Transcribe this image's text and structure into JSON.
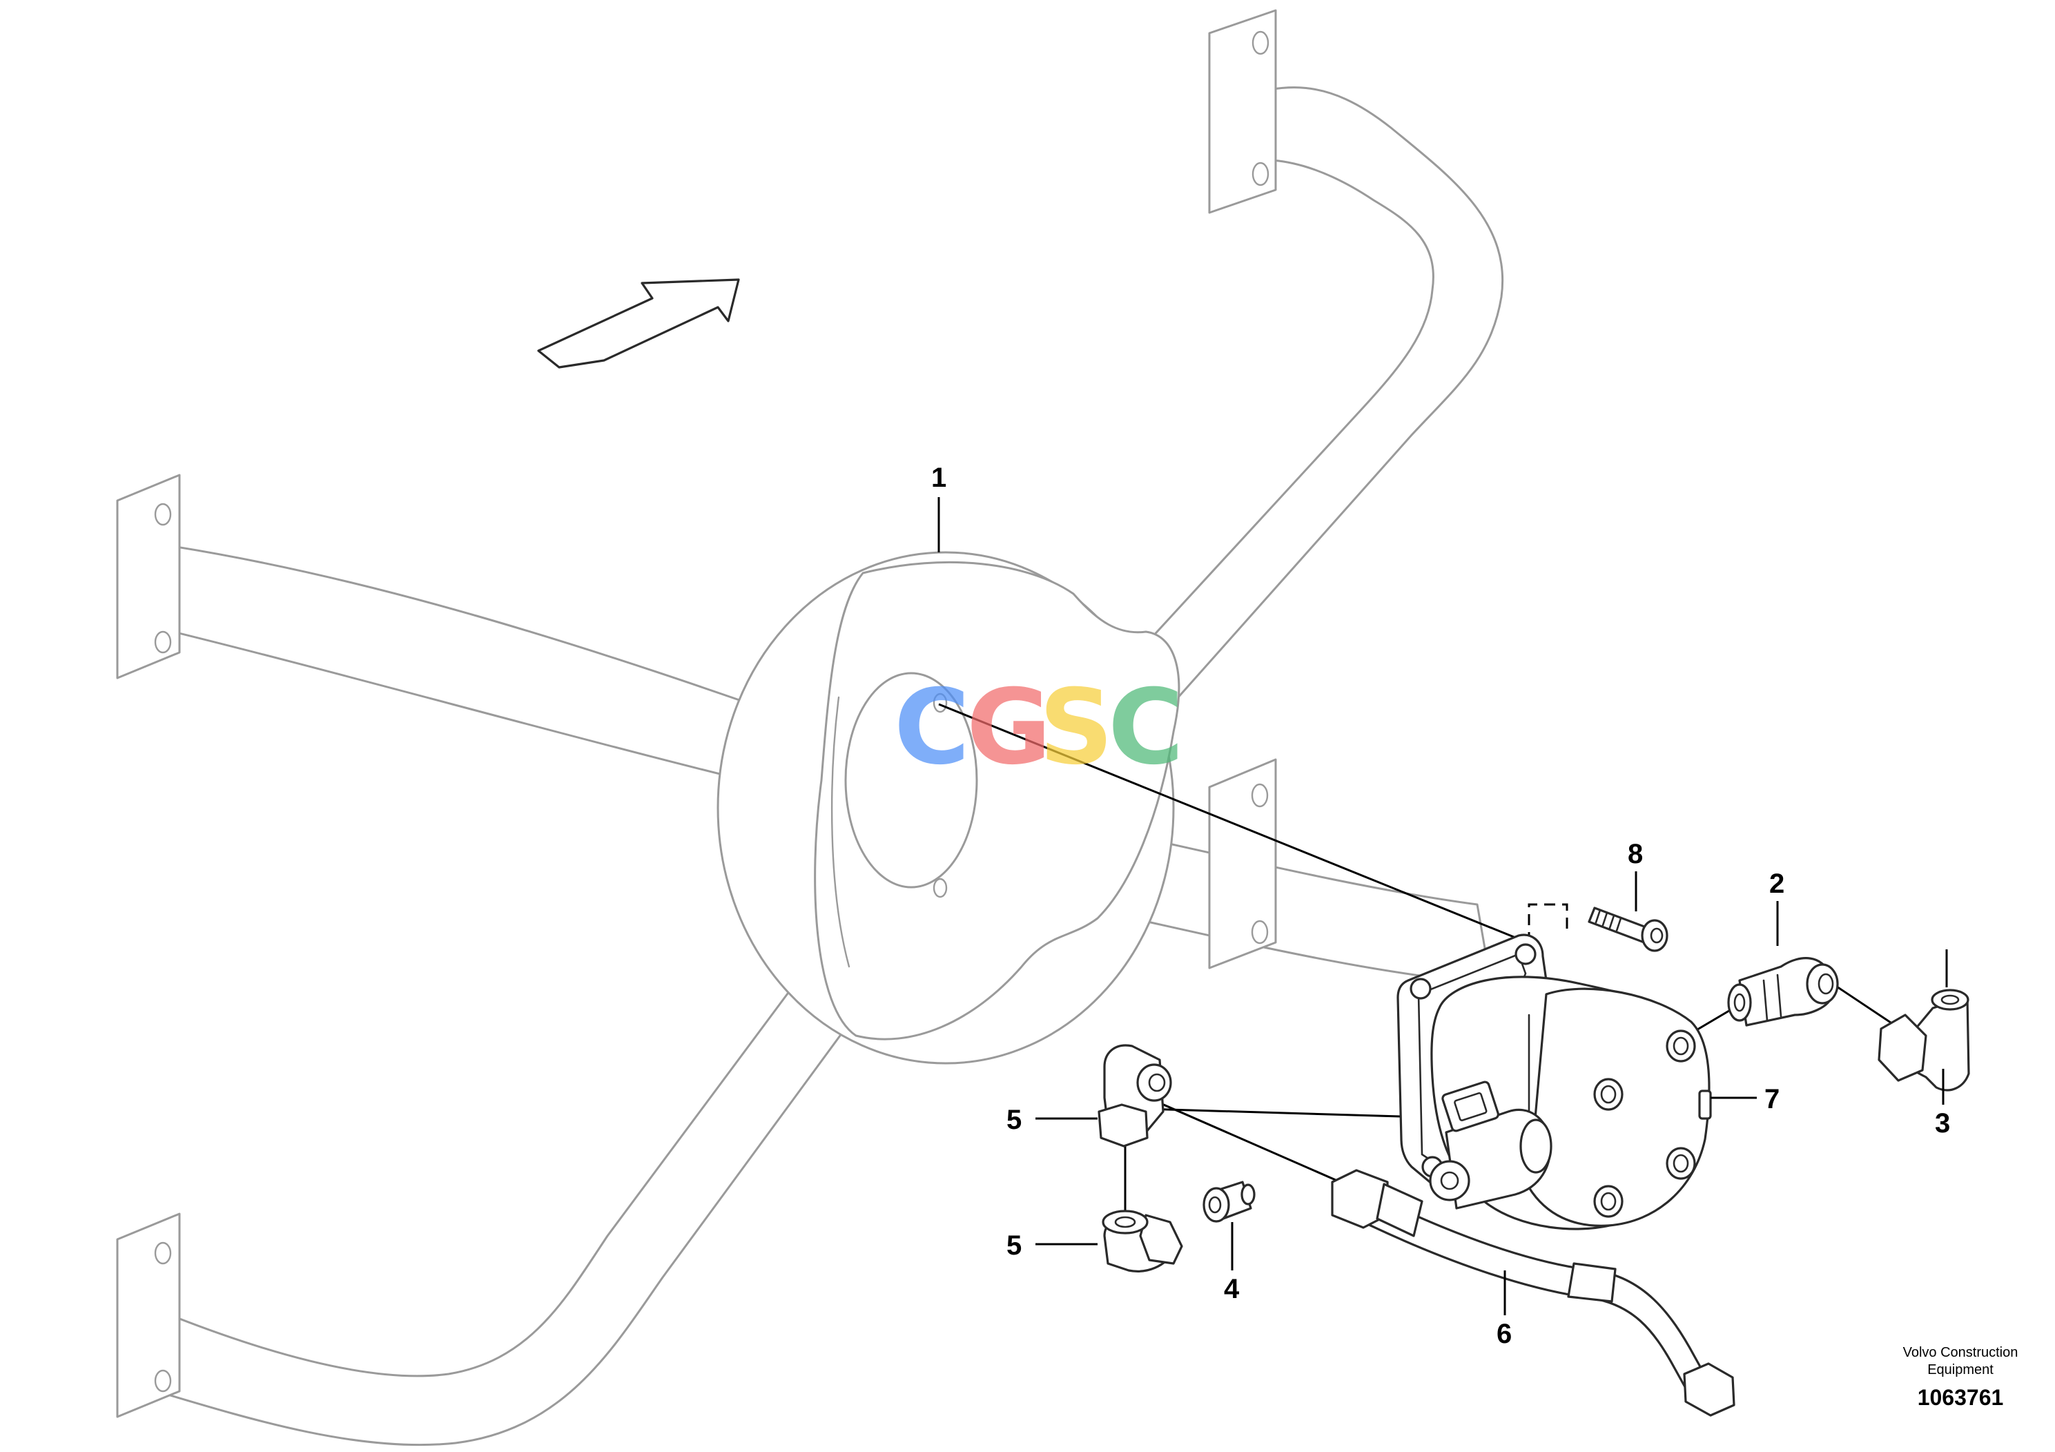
{
  "diagram": {
    "callouts": [
      {
        "id": "c1",
        "text": "1"
      },
      {
        "id": "c2",
        "text": "2"
      },
      {
        "id": "c3",
        "text": "3"
      },
      {
        "id": "c4",
        "text": "4"
      },
      {
        "id": "c5a",
        "text": "5"
      },
      {
        "id": "c5b",
        "text": "5"
      },
      {
        "id": "c6",
        "text": "6"
      },
      {
        "id": "c7",
        "text": "7"
      },
      {
        "id": "c8",
        "text": "8"
      }
    ],
    "publisher_line1": "Volvo Construction",
    "publisher_line2": "Equipment",
    "illustration_number": "1063761"
  },
  "watermark": {
    "letters": [
      "C",
      "G",
      "S",
      "C"
    ],
    "colors": [
      "#4f8ff7",
      "#f26b6b",
      "#f7cf3b",
      "#4fb978"
    ]
  },
  "colors": {
    "outline_light": "#9a9a9a",
    "outline_dark": "#2a2a2a",
    "label": "#000000",
    "background": "#ffffff"
  }
}
